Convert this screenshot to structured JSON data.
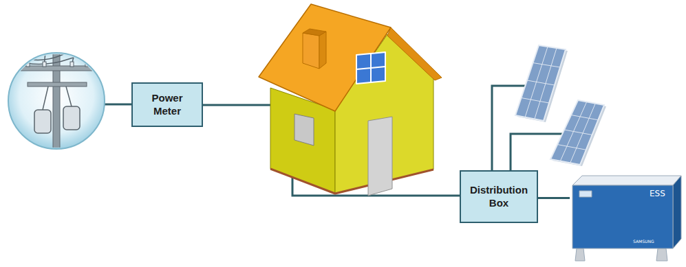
{
  "diagram": {
    "nodes": [
      {
        "text": [
          "Power Meter"
        ]
      },
      {
        "text": [
          "Distribution Box"
        ]
      },
      {
        "text": [
          "ESS",
          "SAMSUNG"
        ]
      }
    ],
    "edges": [
      {
        "from": 1,
        "to": 2,
        "arrow": "none"
      }
    ]
  }
}
